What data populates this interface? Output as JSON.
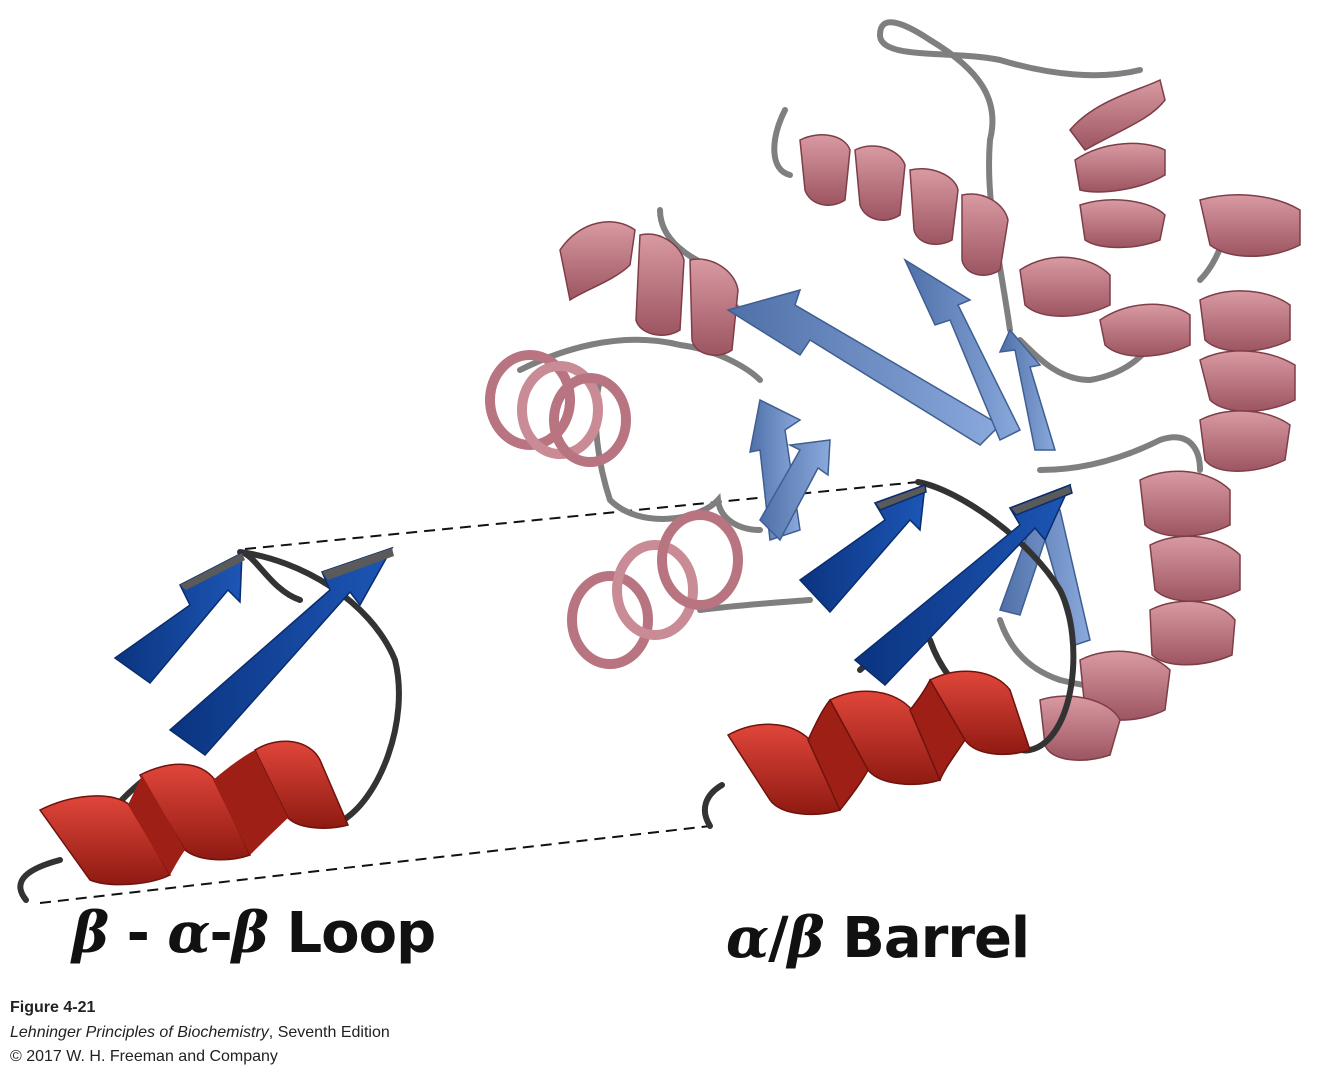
{
  "labels": {
    "left": {
      "beta1": "β",
      "dash1": " - ",
      "alpha": "α",
      "dash2": "-",
      "beta2": "β",
      "word": " Loop"
    },
    "right": {
      "alpha": "α",
      "slash": "/",
      "beta": "β",
      "word": " Barrel"
    }
  },
  "caption": {
    "figure": "Figure 4-21",
    "book_title": "Lehninger Principles of Biochemistry",
    "edition": ", Seventh Edition",
    "copyright": "© 2017 W. H. Freeman and Company"
  },
  "colors": {
    "helix_highlight": "#c0271d",
    "helix_background": "#c27b86",
    "strand_highlight": "#0e3f8f",
    "strand_background": "#6f8fc4",
    "coil_highlight": "#333333",
    "coil_background": "#7f7f7f"
  }
}
